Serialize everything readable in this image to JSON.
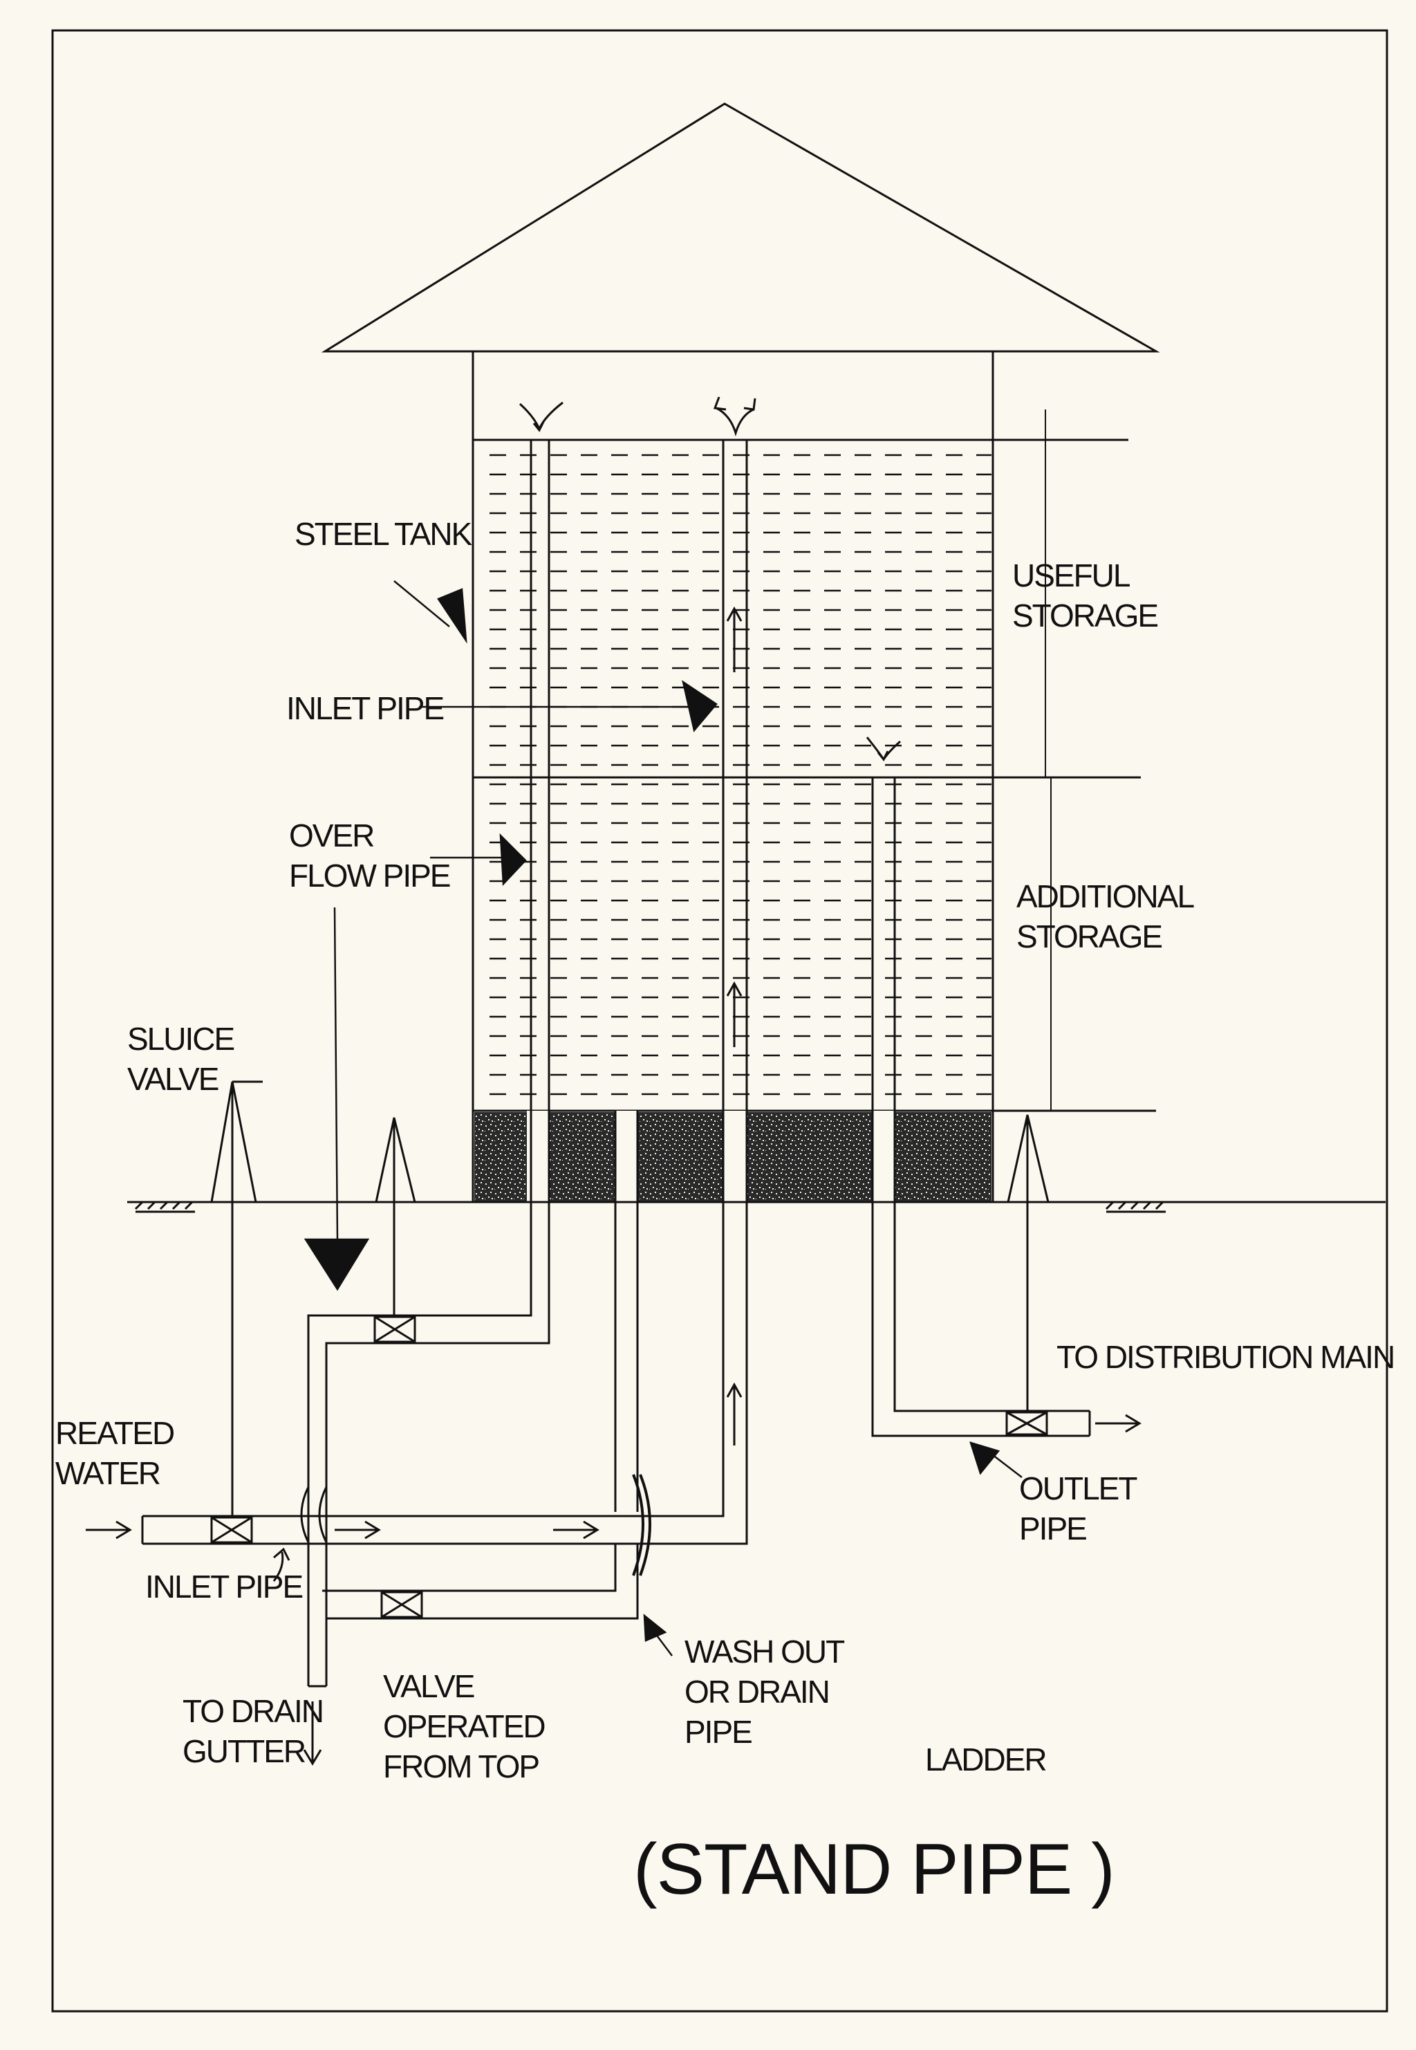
{
  "title": "(STAND PIPE )",
  "colors": {
    "background": "#fbf8ef",
    "ink": "#111111"
  },
  "labels": {
    "steel_tank": "STEEL TANK",
    "inlet_pipe_tank": "INLET PIPE",
    "overflow_pipe_1": "OVER",
    "overflow_pipe_2": "FLOW PIPE",
    "useful_storage_1": "USEFUL",
    "useful_storage_2": "STORAGE",
    "additional_storage_1": "ADDITIONAL",
    "additional_storage_2": "STORAGE",
    "sluice_valve_1": "SLUICE",
    "sluice_valve_2": "VALVE",
    "to_distribution_main": "TO DISTRIBUTION MAIN",
    "treated_water_1": "REATED",
    "treated_water_2": "WATER",
    "outlet_pipe_1": "OUTLET",
    "outlet_pipe_2": "PIPE",
    "inlet_pipe_ground": "INLET PIPE",
    "wash_out_1": "WASH OUT",
    "wash_out_2": "OR DRAIN",
    "wash_out_3": "PIPE",
    "valve_operated_1": "VALVE",
    "valve_operated_2": "OPERATED",
    "valve_operated_3": "FROM TOP",
    "to_drain_1": "TO DRAIN",
    "to_drain_2": "GUTTER",
    "ladder": "LADDER"
  }
}
